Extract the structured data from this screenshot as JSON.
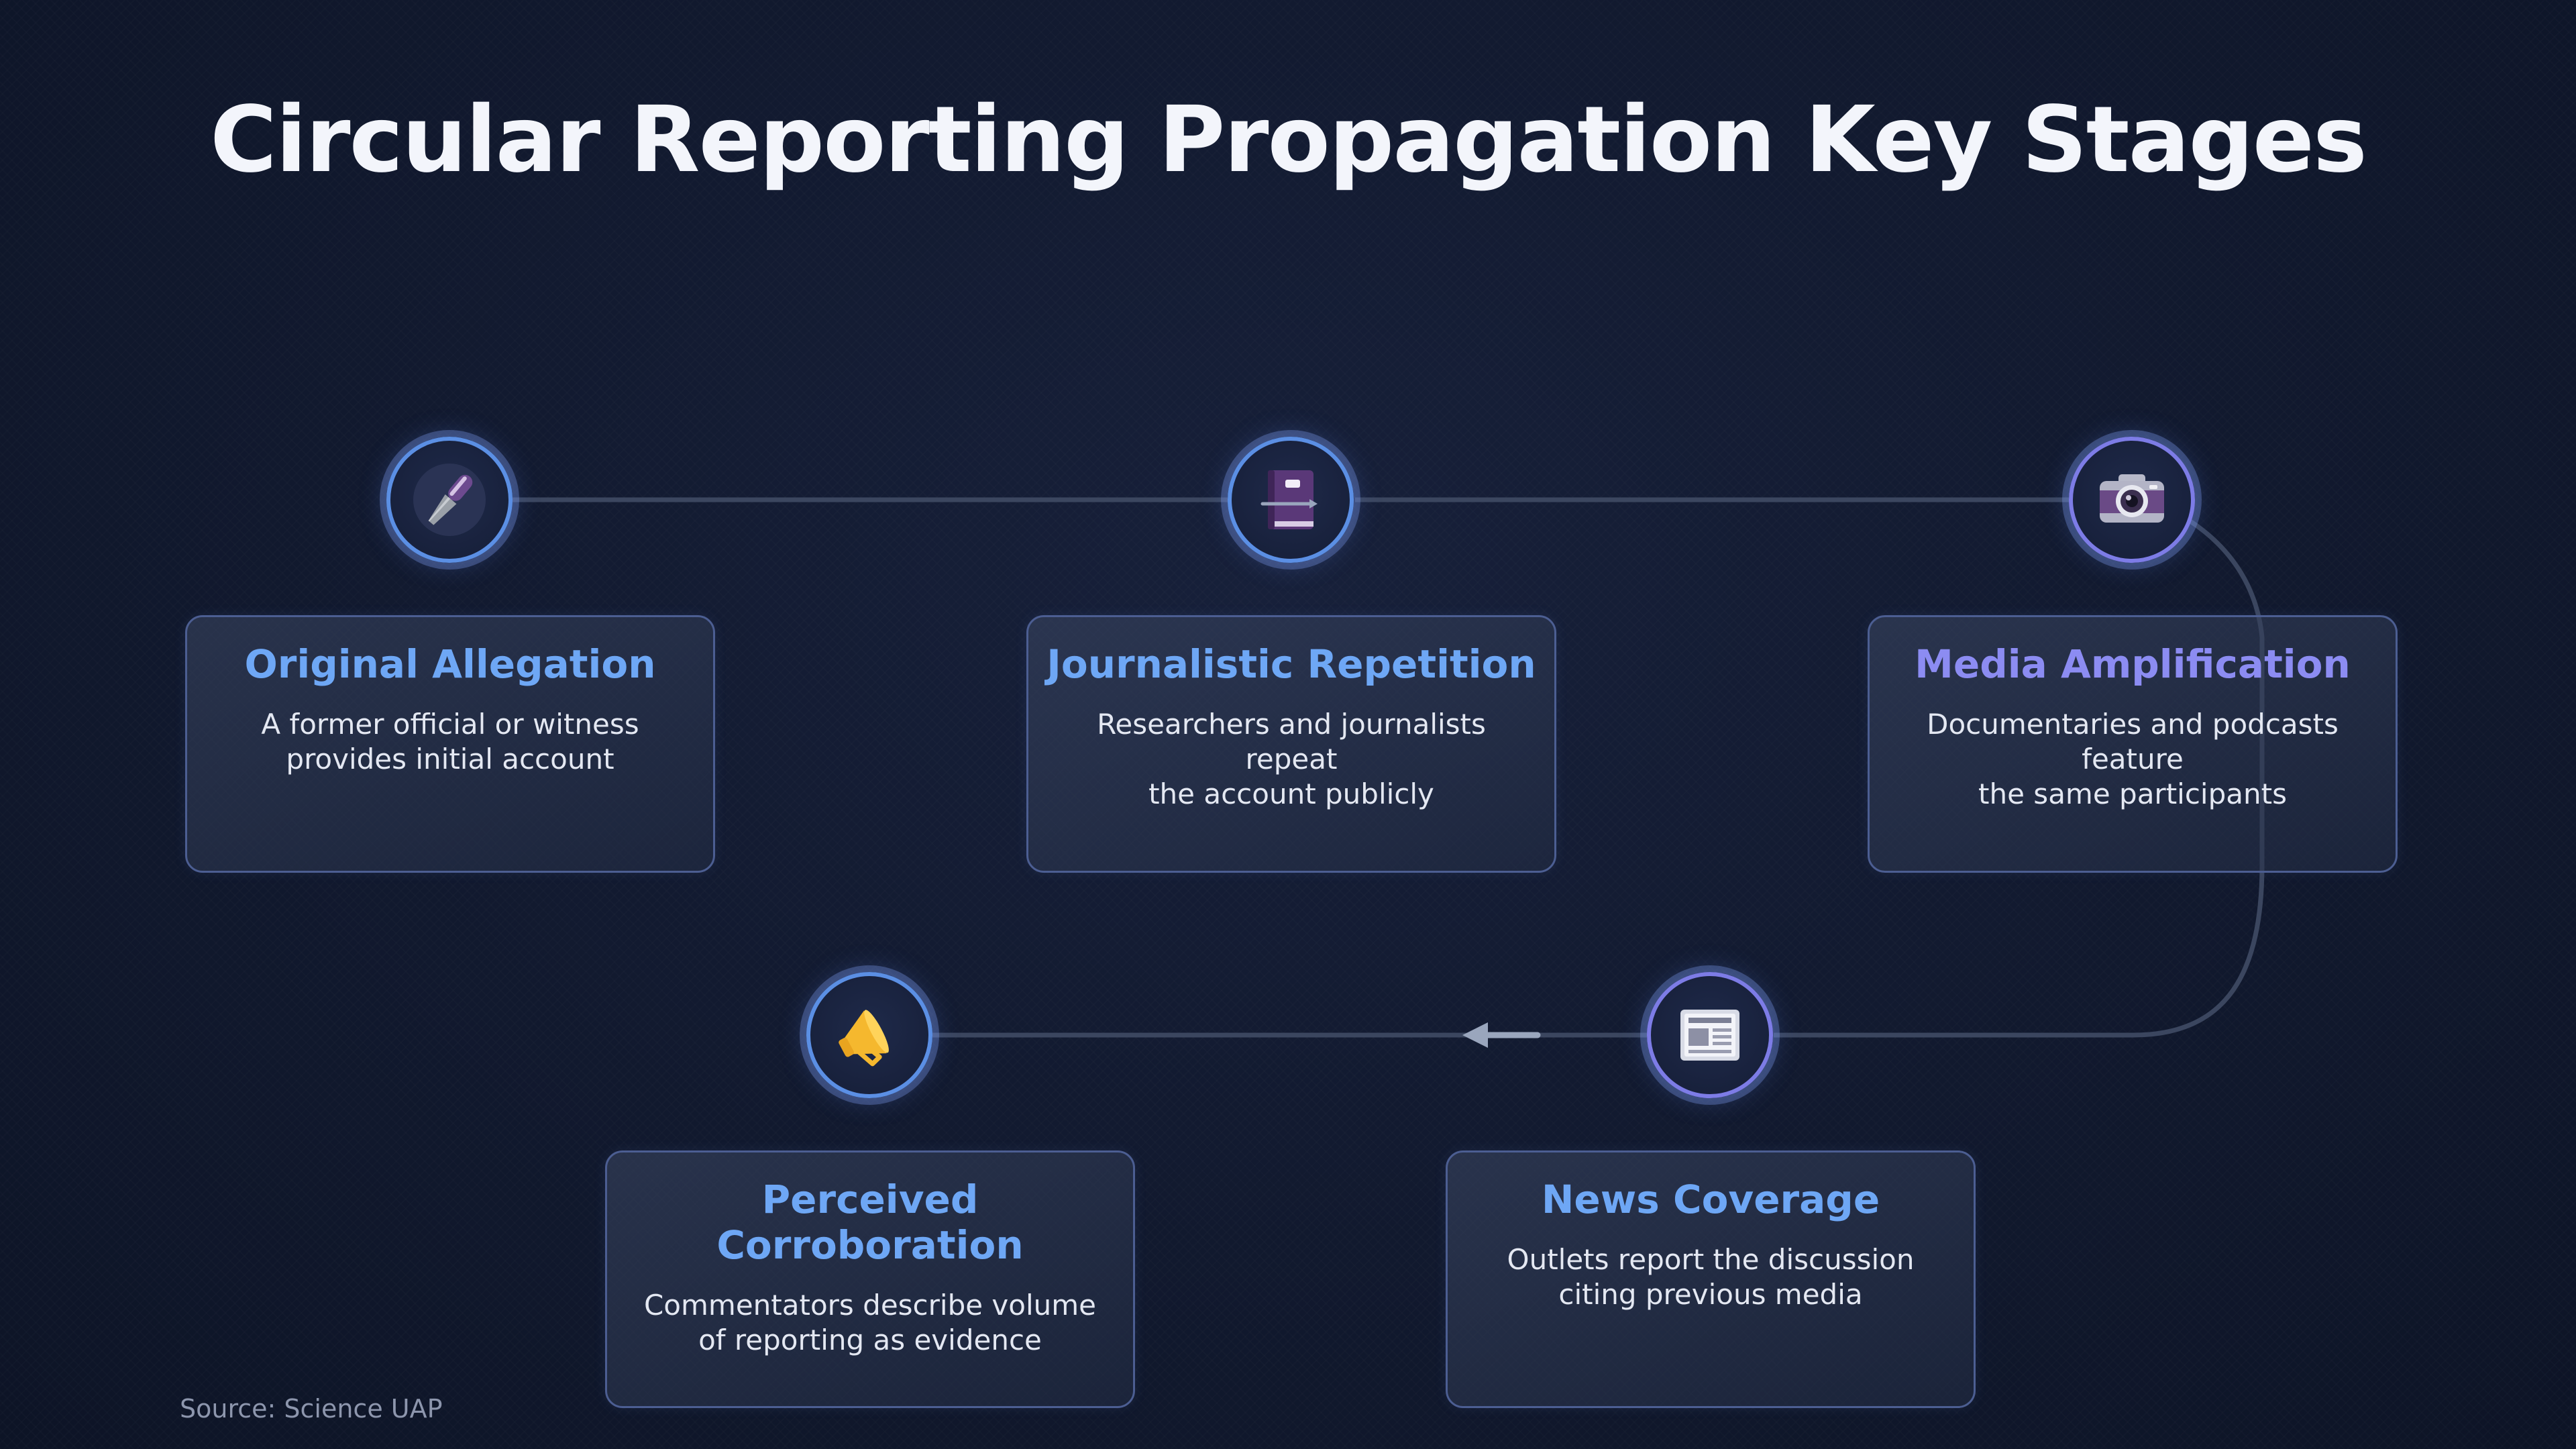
{
  "title": "Circular Reporting Propagation Key Stages",
  "source": "Source: Science UAP",
  "colors": {
    "title_blue": "#6ea7f5",
    "title_violet": "#8c8cf2",
    "connector": "#3b465f",
    "arrow": "#9aa6bd"
  },
  "stages": [
    {
      "icon": "microphone-icon",
      "title": "Original Allegation",
      "line1": "A former official or witness",
      "line2": "provides initial account"
    },
    {
      "icon": "book-icon",
      "title": "Journalistic Repetition",
      "line1": "Researchers and journalists repeat",
      "line2": "the account publicly"
    },
    {
      "icon": "camera-icon",
      "title": "Media Amplification",
      "line1": "Documentaries and podcasts feature",
      "line2": "the same participants"
    },
    {
      "icon": "newspaper-icon",
      "title": "News Coverage",
      "line1": "Outlets report the discussion",
      "line2": "citing previous media"
    },
    {
      "icon": "megaphone-icon",
      "title": "Perceived Corroboration",
      "line1": "Commentators describe volume",
      "line2": "of reporting as evidence"
    }
  ]
}
